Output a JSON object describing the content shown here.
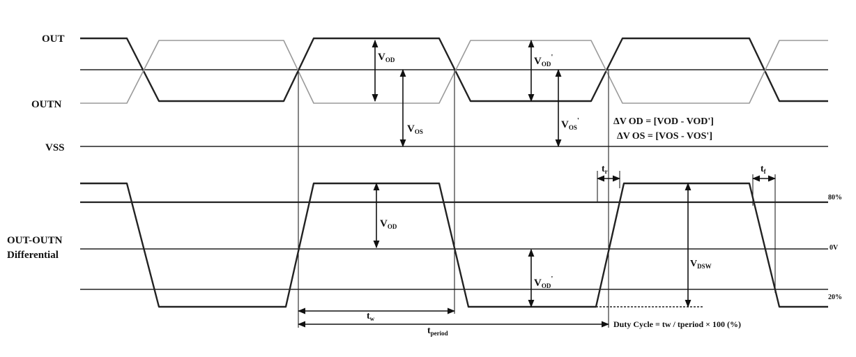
{
  "signals": {
    "out": "OUT",
    "outn": "OUTN",
    "vss": "VSS",
    "diff_line1": "OUT-OUTN",
    "diff_line2": "Differential"
  },
  "levels": {
    "high": "80%",
    "zero": "0V",
    "low": "20%"
  },
  "measurements": {
    "vod": "V",
    "vod_sub": "OD",
    "vod_prime": "V",
    "vod_prime_sub": "OD",
    "prime_mark": "'",
    "vos": "V",
    "vos_sub": "OS",
    "vos_prime": "V",
    "vos_prime_sub": "OS",
    "vdiff_vod": "V",
    "vdiff_vod_sub": "OD",
    "vdiff_vod_prime": "V",
    "vdiff_vod_prime_sub": "OD",
    "vdsw": "V",
    "vdsw_sub": "DSW",
    "tr": "t",
    "tr_sub": "r",
    "tf": "t",
    "tf_sub": "f",
    "tw": "t",
    "tw_sub": "w",
    "tperiod": "t",
    "tperiod_sub": "period"
  },
  "formulas": {
    "delta_vod": "ΔV OD = [VOD - VOD']",
    "delta_vos": "ΔV OS = [VOS - VOS']",
    "duty_cycle": "Duty Cycle = tw / tperiod × 100 (%)"
  }
}
